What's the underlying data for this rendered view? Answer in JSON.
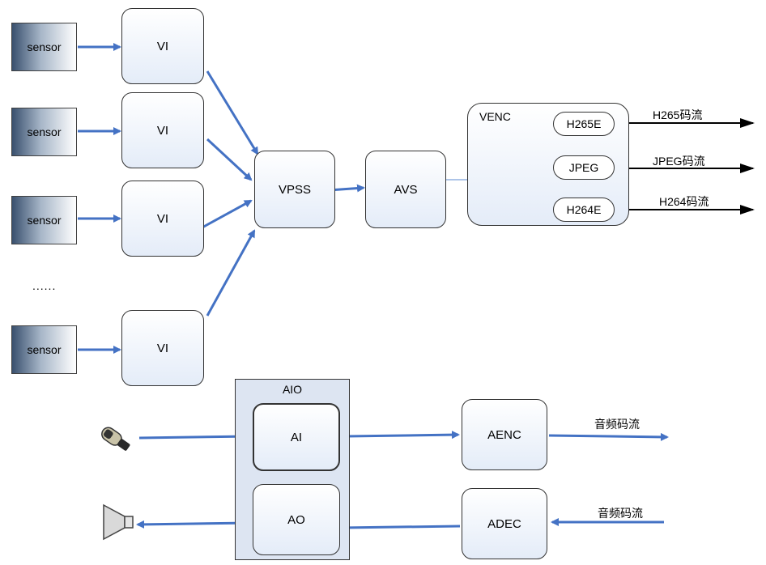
{
  "sensors": [
    "sensor",
    "sensor",
    "sensor",
    "sensor"
  ],
  "ellipsis": "......",
  "vi_labels": [
    "VI",
    "VI",
    "VI",
    "VI"
  ],
  "vpss": "VPSS",
  "avs": "AVS",
  "venc": {
    "title": "VENC",
    "encoders": [
      "H265E",
      "JPEG",
      "H264E"
    ],
    "streams": [
      "H265码流",
      "JPEG码流",
      "H264码流"
    ]
  },
  "aio": {
    "title": "AIO",
    "ai": "AI",
    "ao": "AO"
  },
  "aenc": "AENC",
  "adec": "ADEC",
  "audio_stream_out": "音频码流",
  "audio_stream_in": "音频码流",
  "icons": [
    "microphone-icon",
    "speaker-icon"
  ],
  "colors": {
    "arrow_blue": "#4472c4",
    "thin_blue": "#5b8ad0",
    "black": "#000000",
    "aio_fill": "#dde5f2"
  }
}
